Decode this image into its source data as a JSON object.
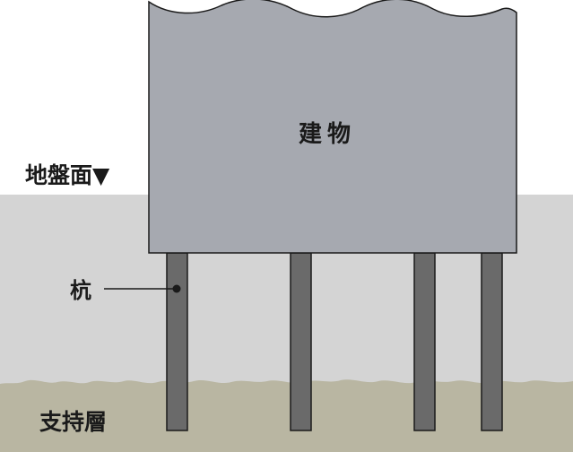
{
  "labels": {
    "building": "建物",
    "ground_surface": "地盤面▼",
    "pile": "杭",
    "bearing_layer": "支持層"
  },
  "colors": {
    "background": "#ffffff",
    "soil": "#d4d4d4",
    "bearing_layer": "#b9b6a2",
    "building": "#a6a9b0",
    "pile": "#6a6a6a",
    "outline": "#1a1a1a"
  }
}
